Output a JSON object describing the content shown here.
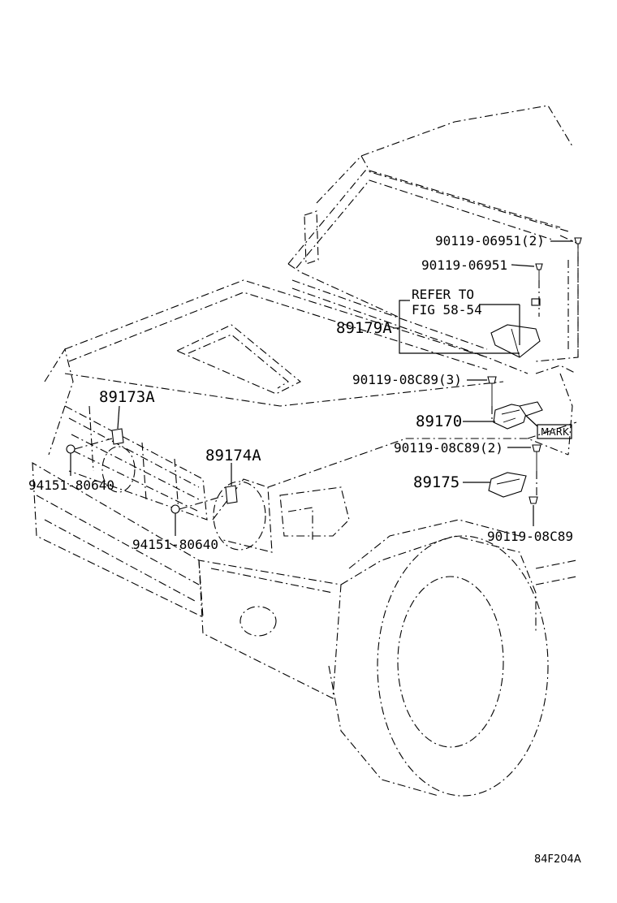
{
  "diagram": {
    "labels": {
      "p1": "90119-06951(2)",
      "p2": "90119-06951",
      "refer_line1": "REFER TO",
      "refer_line2": "FIG 58-54",
      "p3": "89179A",
      "p4": "90119-08C89(3)",
      "p5": "89173A",
      "p6": "89174A",
      "p7": "89170",
      "p8": "MARK",
      "p9": "90119-08C89(2)",
      "p10": "94151-80640",
      "p11": "89175",
      "p12": "94151-80640",
      "p13": "90119-08C89"
    },
    "figure_code": "84F204A"
  }
}
